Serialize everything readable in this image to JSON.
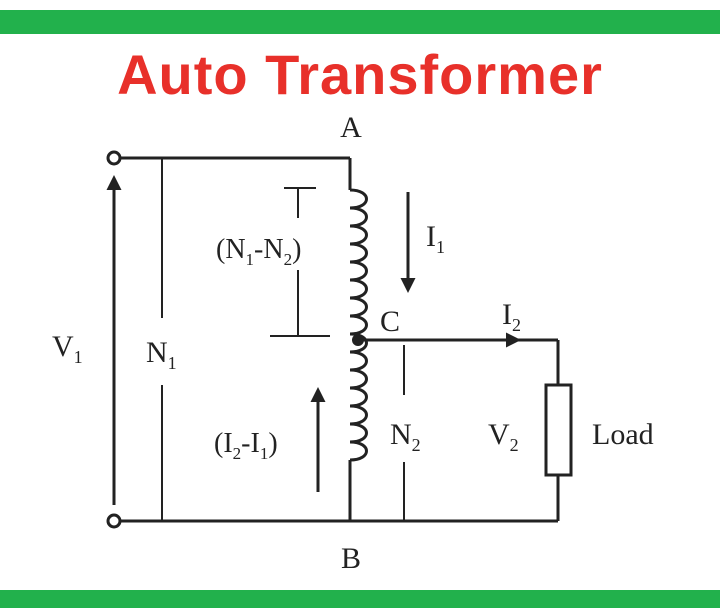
{
  "title": "Auto Transformer",
  "colors": {
    "accent_bar": "#22b14c",
    "title": "#e8302a",
    "ink": "#222222"
  },
  "labels": {
    "node_a": "A",
    "node_b": "B",
    "node_c": "C",
    "v1": {
      "base": "V",
      "sub": "1"
    },
    "n1": {
      "base": "N",
      "sub": "1"
    },
    "n2": {
      "base": "N",
      "sub": "2"
    },
    "v2": {
      "base": "V",
      "sub": "2"
    },
    "i1": {
      "base": "I",
      "sub": "1"
    },
    "i2": {
      "base": "I",
      "sub": "2"
    },
    "n1_minus_n2": {
      "p1": "(N",
      "s1": "1",
      "p2": "-N",
      "s2": "2",
      "p3": ")"
    },
    "i2_minus_i1": {
      "p1": "(I",
      "s1": "2",
      "p2": "-I",
      "s2": "1",
      "p3": ")"
    },
    "load": "Load"
  }
}
